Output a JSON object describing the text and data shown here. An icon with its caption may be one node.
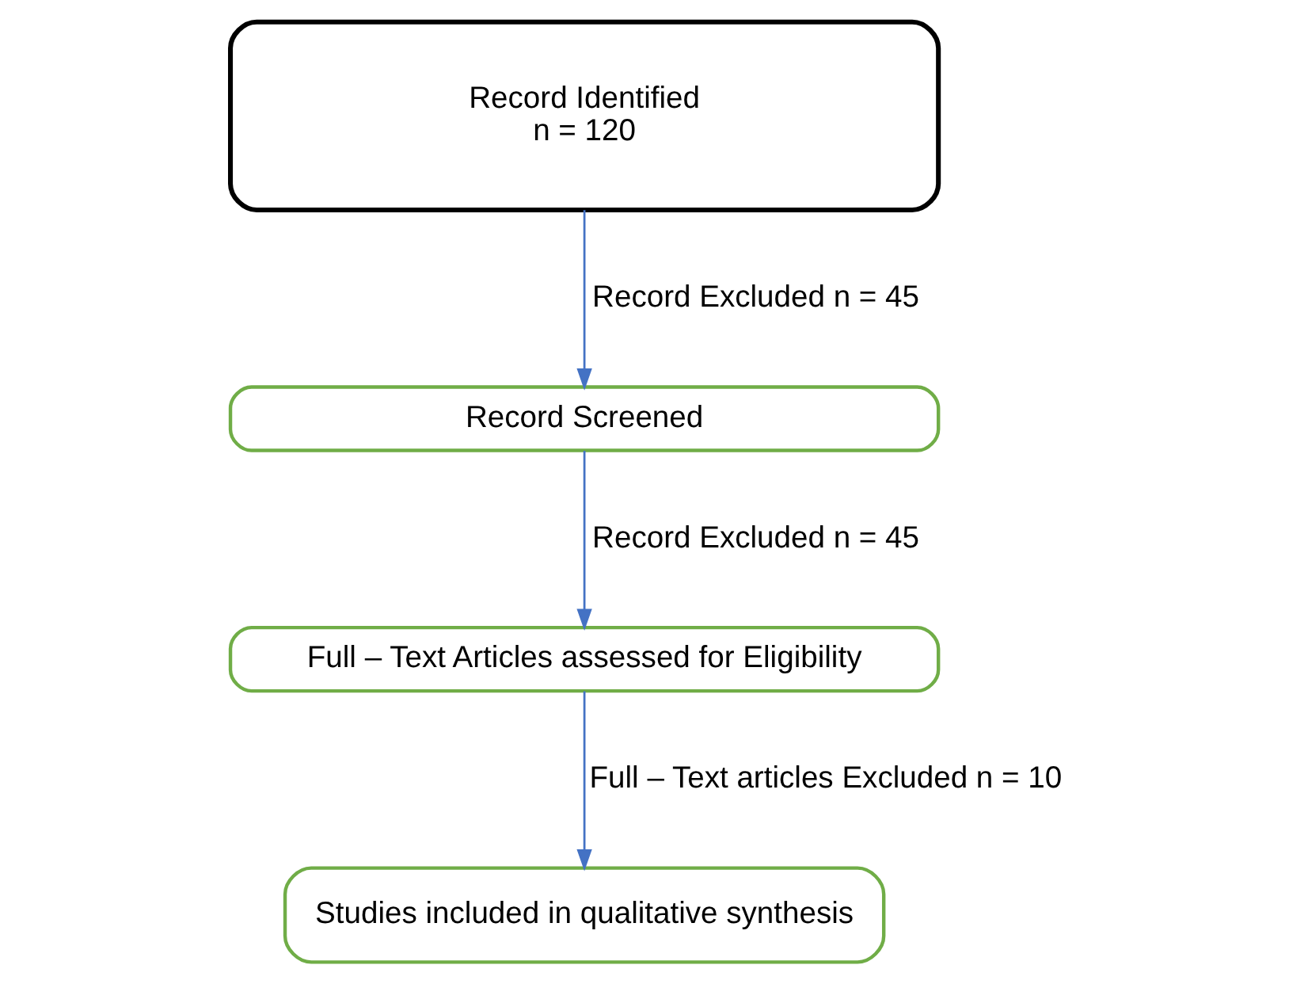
{
  "diagram": {
    "nodes": [
      {
        "text": [
          "Record Identified",
          "n = 120"
        ]
      },
      {
        "text": [
          "Record Screened"
        ]
      },
      {
        "text": [
          "Full – Text Articles assessed for Eligibility"
        ]
      },
      {
        "text": [
          "Studies included in qualitative synthesis"
        ]
      }
    ],
    "edges": [
      {
        "from": 0,
        "to": 1,
        "arrow": "to",
        "label": "Record Excluded n = 45"
      },
      {
        "from": 1,
        "to": 2,
        "arrow": "to",
        "label": "Record Excluded n = 45"
      },
      {
        "from": 2,
        "to": 3,
        "arrow": "to",
        "label": "Full – Text articles Excluded n = 10"
      }
    ]
  }
}
